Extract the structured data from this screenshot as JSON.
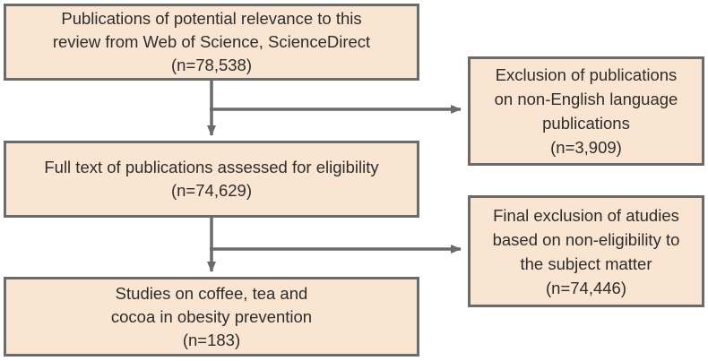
{
  "colors": {
    "box-fill": "#fae5d3",
    "box-border": "#6b6b6b",
    "arrow": "#6b6b6b",
    "text": "#2d2d2d",
    "background": "#ffffff"
  },
  "diagram": {
    "type": "publication-screening-flow",
    "boxes": {
      "identified": {
        "text": "Publications of potential relevance to this\nreview from Web of Science, ScienceDirect\n(n=78,538)",
        "n": "78,538"
      },
      "excluded_language": {
        "text": "Exclusion of publications\non non-English language\npublications\n(n=3,909)",
        "n": "3,909"
      },
      "fulltext_assessed": {
        "text": "Full text of publications assessed for eligibility\n(n=74,629)",
        "n": "74,629"
      },
      "excluded_final": {
        "text": "Final exclusion of atudies\nbased on non-eligibility to\nthe subject matter\n(n=74,446)",
        "n": "74,446"
      },
      "included": {
        "text": "Studies on coffee, tea and\ncocoa in obesity prevention\n(n=183)",
        "n": "183"
      }
    },
    "arrows": [
      {
        "from": "identified",
        "to": "fulltext_assessed",
        "direction": "down"
      },
      {
        "from": "identified",
        "to": "excluded_language",
        "direction": "right"
      },
      {
        "from": "fulltext_assessed",
        "to": "included",
        "direction": "down"
      },
      {
        "from": "fulltext_assessed",
        "to": "excluded_final",
        "direction": "right"
      }
    ]
  }
}
